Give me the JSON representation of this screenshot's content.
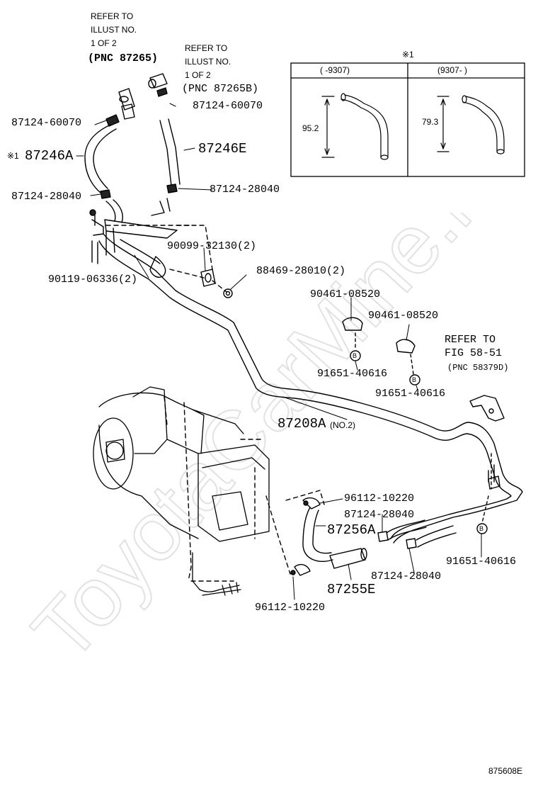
{
  "refer_notes": {
    "top_left": [
      "REFER TO",
      "ILLUST NO.",
      "1 OF 2",
      "(PNC 87265)"
    ],
    "top_mid": [
      "REFER TO",
      "ILLUST NO.",
      "1 OF 2",
      "(PNC 87265B)"
    ],
    "right": [
      "REFER TO",
      "FIG 58-51",
      "(PNC 58379D)"
    ]
  },
  "inset": {
    "marker": "※1",
    "col1_header": "(      -9307)",
    "col2_header": "(9307-      )",
    "col1_dim": "95.2",
    "col2_dim": "79.3"
  },
  "labels": {
    "p87124_60070_left": "87124-60070",
    "p87124_60070_right": "87124-60070",
    "p87246A_marker": "※1",
    "p87246A": "87246A",
    "p87246E": "87246E",
    "p87124_28040_left": "87124-28040",
    "p87124_28040_right": "87124-28040",
    "p90099": "90099-32130(2)",
    "p88469": "88469-28010(2)",
    "p90119": "90119-06336(2)",
    "p90461_a": "90461-08520",
    "p90461_b": "90461-08520",
    "p91651_a": "91651-40616",
    "p91651_b": "91651-40616",
    "p91651_c": "91651-40616",
    "p87208A": "87208A",
    "p87208A_suffix": "(NO.2)",
    "p96112_top": "96112-10220",
    "p87124_28040_mid": "87124-28040",
    "p87256A": "87256A",
    "p87124_28040_low": "87124-28040",
    "p87255E": "87255E",
    "p96112_bottom": "96112-10220",
    "bolt_mark": "B"
  },
  "watermark": "ToyotaCarMine.ru",
  "figure_code": "875608E"
}
